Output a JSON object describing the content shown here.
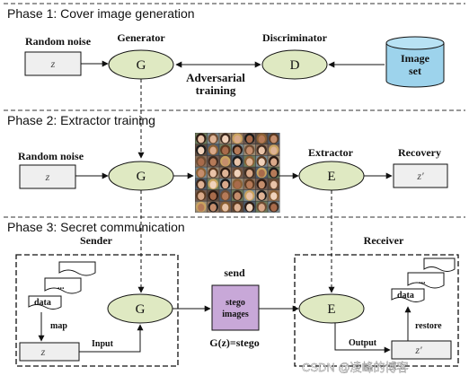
{
  "phases": {
    "p1": "Phase 1: Cover image generation",
    "p2": "Phase 2: Extractor training",
    "p3": "Phase 3: Secret communication"
  },
  "labels": {
    "random_noise": "Random noise",
    "generator": "Generator",
    "discriminator": "Discriminator",
    "image_set_1": "Image",
    "image_set_2": "set",
    "adversarial_1": "Adversarial",
    "adversarial_2": "training",
    "extractor": "Extractor",
    "recovery": "Recovery",
    "sender": "Sender",
    "receiver": "Receiver",
    "send": "send",
    "stego_1": "stego",
    "stego_2": "images",
    "gz": "G(z)=stego",
    "map": "map",
    "input": "Input",
    "output": "Output",
    "restore": "restore",
    "data": "data",
    "dots": "..."
  },
  "nodes": {
    "g": "G",
    "d": "D",
    "e": "E",
    "z": "z",
    "z_prime": "z′"
  },
  "watermark": "CSDN @凌峰的博客",
  "colors": {
    "node_fill": "#dfe9c2",
    "box_fill": "#efefef",
    "stego_fill": "#c8a8d8",
    "cylinder_fill": "#9dd3ec",
    "line": "#111111"
  }
}
